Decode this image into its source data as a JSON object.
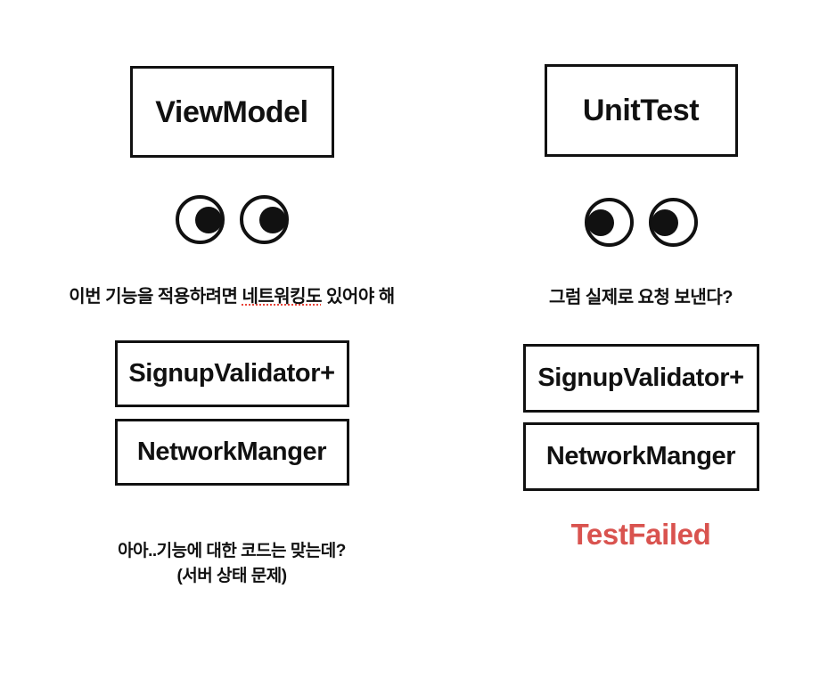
{
  "theme": {
    "background": "#ffffff",
    "ink": "#111111",
    "error_red": "#d9534f",
    "spellcheck_red": "#e8443a"
  },
  "left_column": {
    "title_box": "ViewModel",
    "eyes": {
      "direction": "right",
      "count": 2
    },
    "dialogue": {
      "full": "이번 기능을 적용하려면 네트워킹도 있어야 해",
      "before": "이번 기능을 적용하려면 ",
      "misspelled": "네트워킹도",
      "after": " 있어야 해"
    },
    "components": [
      "SignupValidator+",
      "NetworkManger"
    ],
    "caption": {
      "line1": "아아..기능에 대한 코드는 맞는데?",
      "line2": "(서버 상태 문제)"
    }
  },
  "right_column": {
    "title_box": "UnitTest",
    "eyes": {
      "direction": "left",
      "count": 2
    },
    "dialogue": {
      "full": "그럼 실제로 요청 보낸다?"
    },
    "components": [
      "SignupValidator+",
      "NetworkManger"
    ],
    "result": {
      "label": "TestFailed",
      "color": "#d9534f"
    }
  }
}
